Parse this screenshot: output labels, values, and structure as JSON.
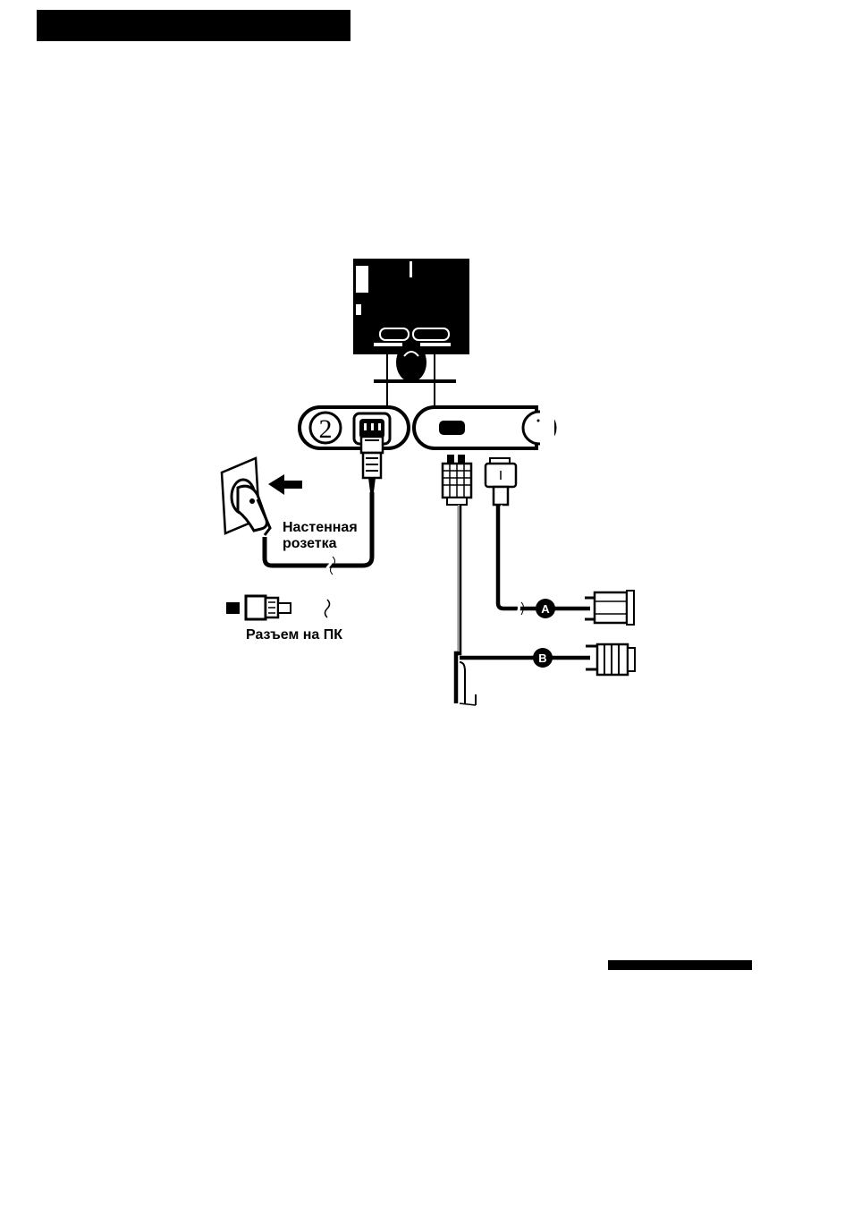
{
  "diagram": {
    "step_number": "2",
    "labels": {
      "wall_outlet_line1": "Настенная",
      "wall_outlet_line2": "розетка",
      "pc_connector": "Разъем на ПК"
    },
    "cable_badges": [
      "A",
      "B"
    ]
  },
  "colors": {
    "ink": "#000000",
    "paper": "#ffffff"
  }
}
